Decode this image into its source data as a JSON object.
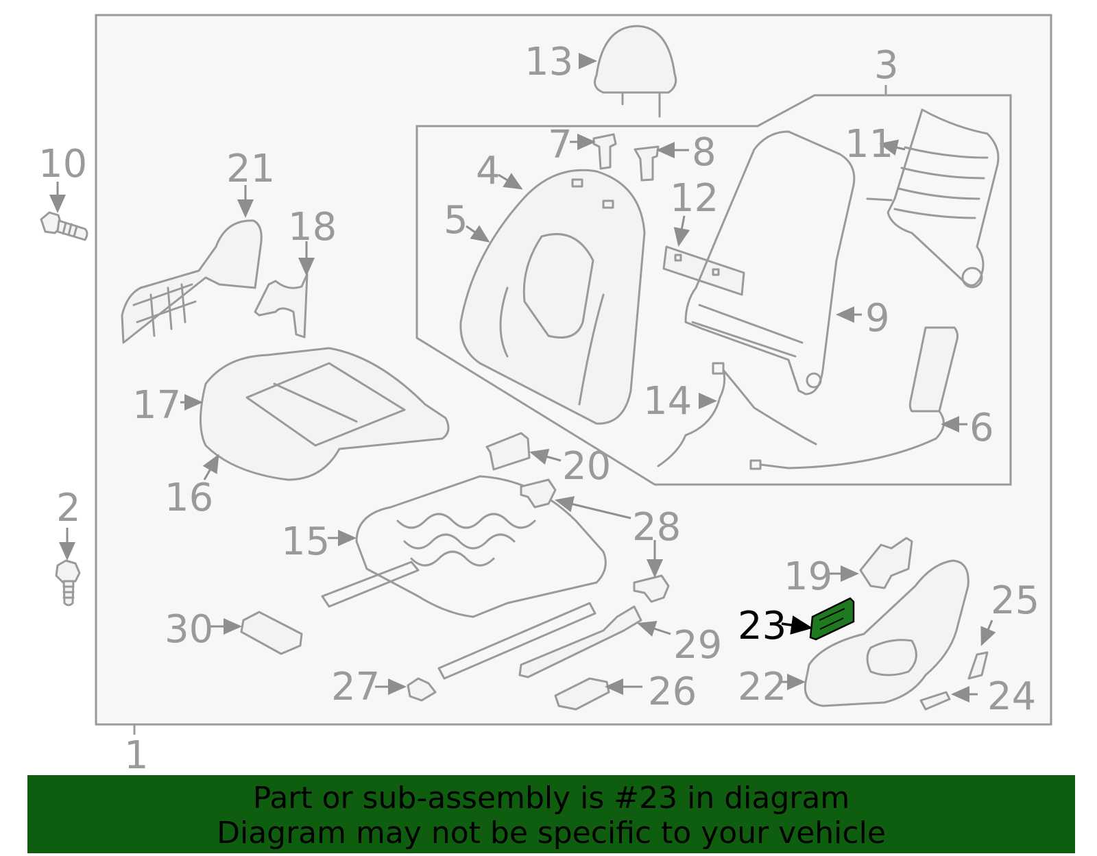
{
  "callouts": {
    "c1": "1",
    "c2": "2",
    "c3": "3",
    "c4": "4",
    "c5": "5",
    "c6": "6",
    "c7": "7",
    "c8": "8",
    "c9": "9",
    "c10": "10",
    "c11": "11",
    "c12": "12",
    "c13": "13",
    "c14": "14",
    "c15": "15",
    "c16": "16",
    "c17": "17",
    "c18": "18",
    "c19": "19",
    "c20": "20",
    "c21": "21",
    "c22": "22",
    "c23": "23",
    "c24": "24",
    "c25": "25",
    "c26": "26",
    "c27": "27",
    "c28": "28",
    "c29": "29",
    "c30": "30"
  },
  "highlighted_part": "23",
  "colors": {
    "line": "#9a9a9a",
    "banner": "#0f5e0f",
    "highlight_part": "#1f7a1f",
    "panel": "#f7f7f7"
  },
  "banner": {
    "line1": "Part or sub-assembly is #23 in diagram",
    "line2": "Diagram may not be specific to your vehicle"
  }
}
